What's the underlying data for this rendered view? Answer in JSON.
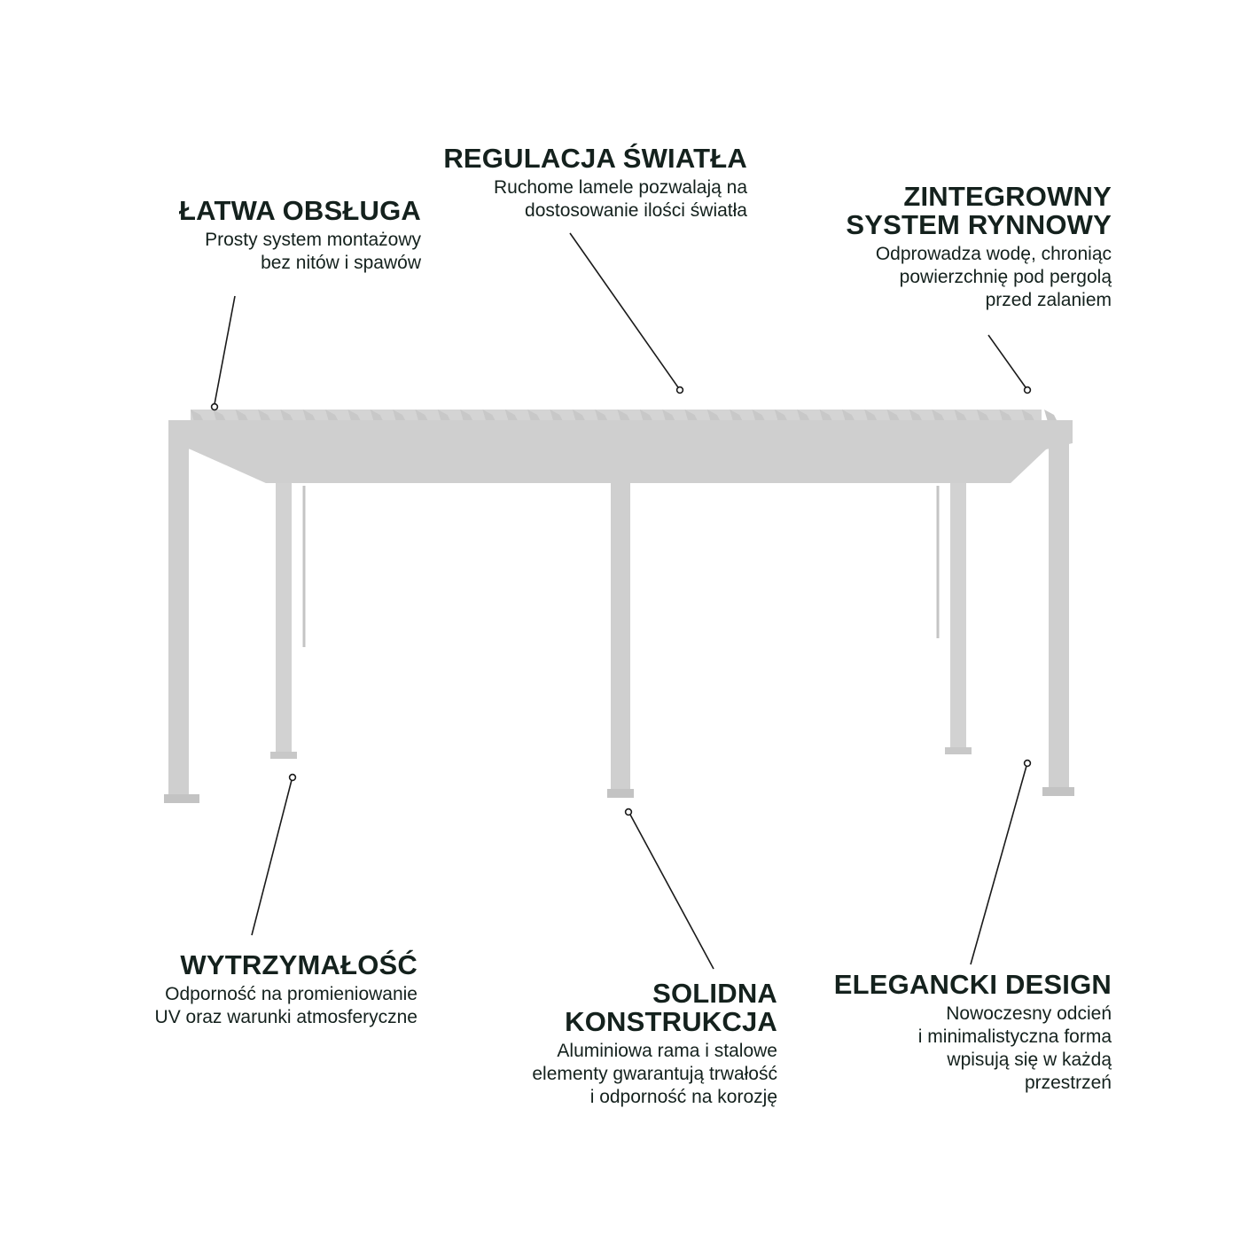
{
  "colors": {
    "text": "#14211d",
    "pergola_frame": "#cfcfcf",
    "pergola_shade": "#b9b9b9",
    "leader_line": "#1a1a1a",
    "background": "#ffffff"
  },
  "illustration": {
    "subject": "pergola-icon",
    "louver_count": 39
  },
  "callouts": {
    "latwa_obsluga": {
      "title": "ŁATWA OBSŁUGA",
      "description": "Prosty system montażowy\nbez nitów i spawów"
    },
    "regulacja_swiatla": {
      "title": "REGULACJA ŚWIATŁA",
      "description": "Ruchome lamele pozwalają na\ndostosowanie ilości światła"
    },
    "system_rynnowy": {
      "title": "ZINTEGROWNY\nSYSTEM RYNNOWY",
      "description": "Odprowadza wodę, chroniąc\npowierzchnię pod pergolą\nprzed zalaniem"
    },
    "wytrzymalosc": {
      "title": "WYTRZYMAŁOŚĆ",
      "description": "Odporność na promieniowanie\nUV oraz warunki atmosferyczne"
    },
    "solidna_konstrukcja": {
      "title": "SOLIDNA\nKONSTRUKCJA",
      "description": "Aluminiowa rama i stalowe\nelementy gwarantują trwałość\ni odporność na korozję"
    },
    "elegancki_design": {
      "title": "ELEGANCKI DESIGN",
      "description": "Nowoczesny odcień\ni minimalistyczna forma\nwpisują się w każdą\nprzestrzeń"
    }
  }
}
